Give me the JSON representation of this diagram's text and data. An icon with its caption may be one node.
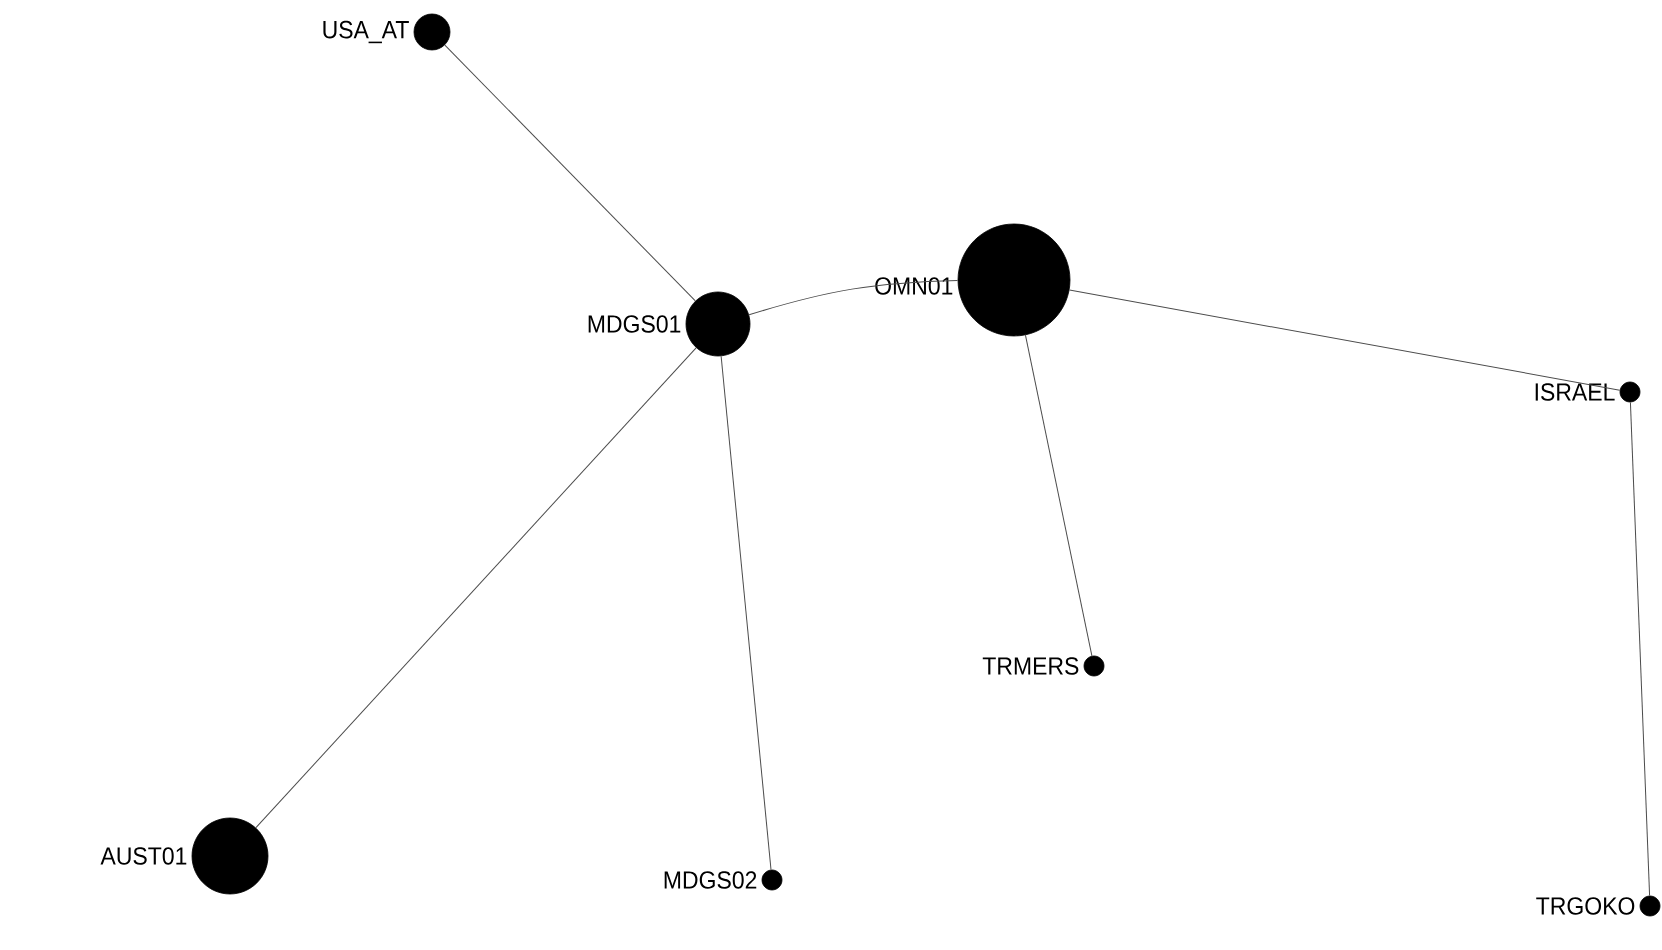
{
  "diagram": {
    "nodes": [
      {
        "text": [],
        "shape": "circle",
        "beside": [
          "USA_AT"
        ]
      },
      {
        "text": [],
        "shape": "circle",
        "beside": [
          "MDGS01"
        ]
      },
      {
        "text": [],
        "shape": "circle",
        "beside": [
          "OMN01"
        ]
      },
      {
        "text": [],
        "shape": "circle",
        "beside": [
          "ISRAEL"
        ]
      },
      {
        "text": [],
        "shape": "circle",
        "beside": [
          "TRMERS"
        ]
      },
      {
        "text": [],
        "shape": "circle",
        "beside": [
          "AUST01"
        ]
      },
      {
        "text": [],
        "shape": "circle",
        "beside": [
          "MDGS02"
        ]
      },
      {
        "text": [],
        "shape": "circle",
        "beside": [
          "TRGOKO"
        ]
      }
    ],
    "edges": [
      {
        "from": 0,
        "to": 1,
        "arrow": "none"
      },
      {
        "from": 1,
        "to": 2,
        "arrow": "none"
      },
      {
        "from": 2,
        "to": 3,
        "arrow": "none"
      },
      {
        "from": 2,
        "to": 4,
        "arrow": "none"
      },
      {
        "from": 1,
        "to": 5,
        "arrow": "none"
      },
      {
        "from": 1,
        "to": 6,
        "arrow": "none"
      },
      {
        "from": 3,
        "to": 7,
        "arrow": "none"
      }
    ]
  }
}
